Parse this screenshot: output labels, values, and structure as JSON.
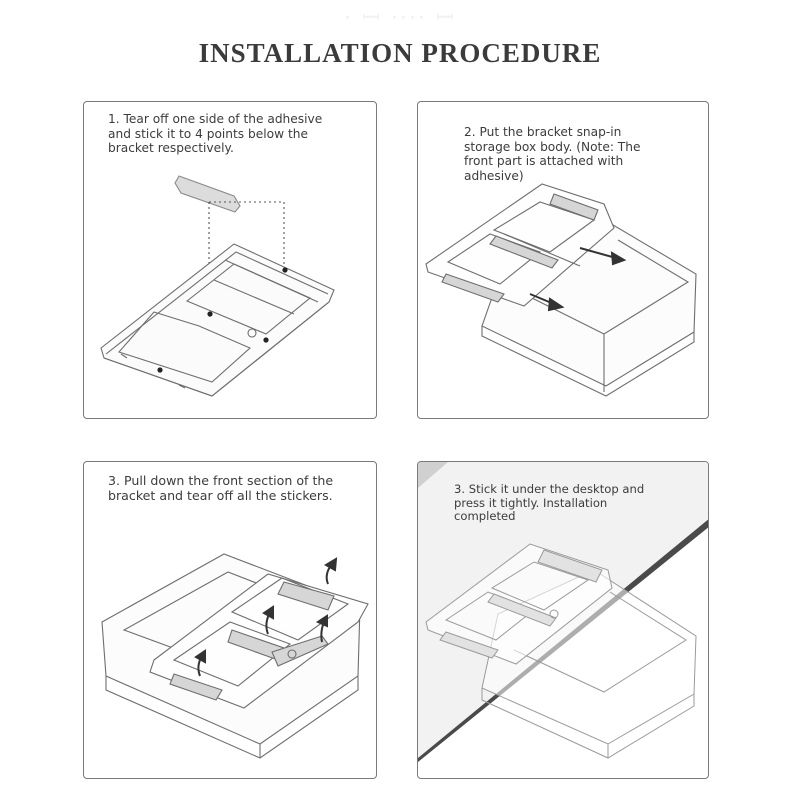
{
  "page": {
    "title": "INSTALLATION PROCEDURE"
  },
  "steps": [
    {
      "lines": [
        "1. Tear off one side of the adhesive",
        "and stick it to 4 points below the",
        "bracket respectively."
      ]
    },
    {
      "lines": [
        "2. Put the bracket snap-in",
        "storage box body. (Note: The",
        "front part is attached with",
        "adhesive)"
      ]
    },
    {
      "lines": [
        "3. Pull down the front section of the",
        "bracket and tear off all the stickers."
      ]
    },
    {
      "lines": [
        "3. Stick it under the desktop and",
        "press it tightly. Installation",
        "completed"
      ]
    }
  ],
  "colors": {
    "line": "#6e6e6e",
    "sticker": "#d6d6d6",
    "desk_edge": "#4a4a4a",
    "arrow": "#333333"
  }
}
